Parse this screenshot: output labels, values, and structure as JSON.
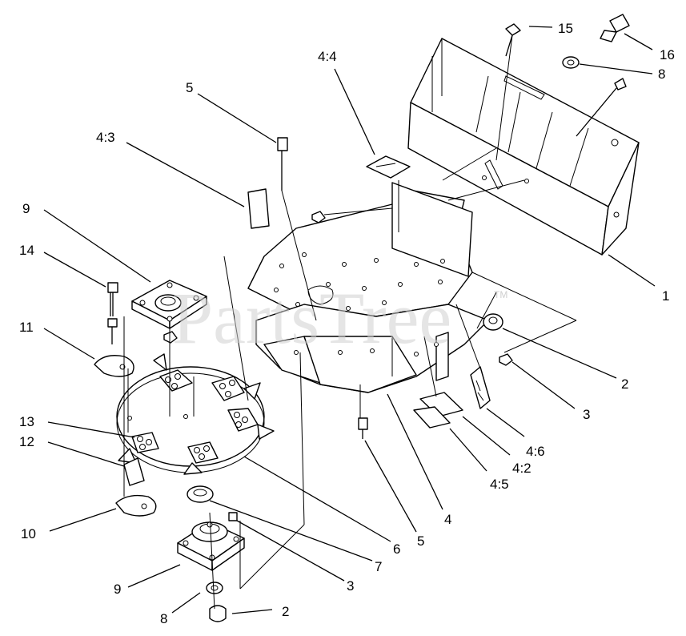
{
  "watermark": {
    "text": "PartsTree",
    "tm": "TM"
  },
  "callouts": [
    {
      "id": "c15",
      "label": "15"
    },
    {
      "id": "c16",
      "label": "16"
    },
    {
      "id": "c8a",
      "label": "8"
    },
    {
      "id": "c44",
      "label": "4:4"
    },
    {
      "id": "c5a",
      "label": "5"
    },
    {
      "id": "c43",
      "label": "4:3"
    },
    {
      "id": "c9a",
      "label": "9"
    },
    {
      "id": "c14",
      "label": "14"
    },
    {
      "id": "c11",
      "label": "11"
    },
    {
      "id": "c1",
      "label": "1"
    },
    {
      "id": "c2a",
      "label": "2"
    },
    {
      "id": "c3a",
      "label": "3"
    },
    {
      "id": "c13",
      "label": "13"
    },
    {
      "id": "c12",
      "label": "12"
    },
    {
      "id": "c46",
      "label": "4:6"
    },
    {
      "id": "c42",
      "label": "4:2"
    },
    {
      "id": "c45",
      "label": "4:5"
    },
    {
      "id": "c4",
      "label": "4"
    },
    {
      "id": "c10",
      "label": "10"
    },
    {
      "id": "c6",
      "label": "6"
    },
    {
      "id": "c5b",
      "label": "5"
    },
    {
      "id": "c7",
      "label": "7"
    },
    {
      "id": "c9b",
      "label": "9"
    },
    {
      "id": "c3b",
      "label": "3"
    },
    {
      "id": "c8b",
      "label": "8"
    },
    {
      "id": "c2b",
      "label": "2"
    }
  ]
}
